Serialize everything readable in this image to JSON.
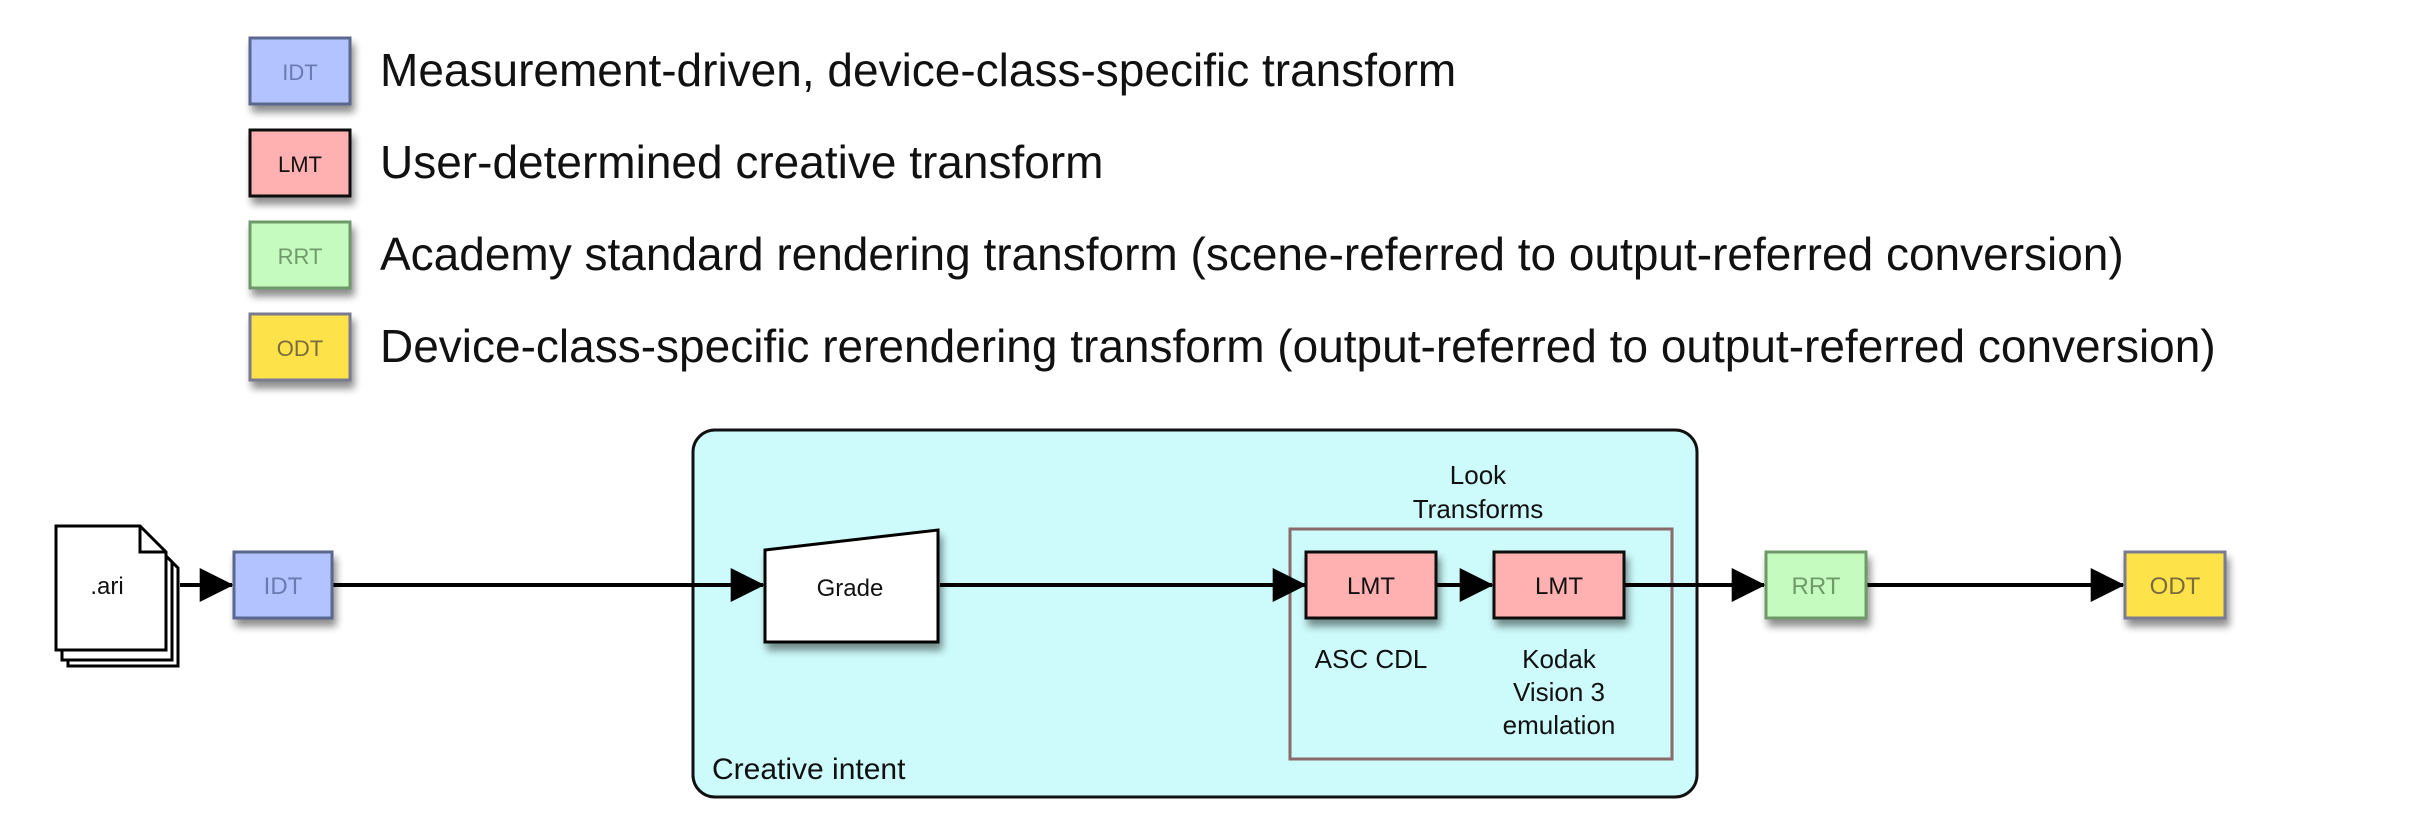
{
  "legend": [
    {
      "tag": "IDT",
      "text": "Measurement-driven, device-class-specific transform",
      "fill": "#b3c3ff",
      "border": "#5a6790",
      "label_color": "#6b7ab0"
    },
    {
      "tag": "LMT",
      "text": "User-determined creative transform",
      "fill": "#ffb0b0",
      "border": "#111111",
      "label_color": "#111111"
    },
    {
      "tag": "RRT",
      "text": "Academy standard rendering transform (scene-referred to output-referred conversion)",
      "fill": "#c6fbc0",
      "border": "#6e9a6a",
      "label_color": "#6f9a6a"
    },
    {
      "tag": "ODT",
      "text": "Device-class-specific rerendering transform (output-referred to output-referred conversion)",
      "fill": "#fde34a",
      "border": "#7a7a90",
      "label_color": "#7a6a40"
    }
  ],
  "flow": {
    "file_label": ".ari",
    "idt_label": "IDT",
    "grade_label": "Grade",
    "lmt1_label": "LMT",
    "lmt2_label": "LMT",
    "rrt_label": "RRT",
    "odt_label": "ODT",
    "creative_intent_label": "Creative intent",
    "look_transforms_line1": "Look",
    "look_transforms_line2": "Transforms",
    "lmt1_caption": "ASC CDL",
    "lmt2_caption_line1": "Kodak",
    "lmt2_caption_line2": "Vision 3",
    "lmt2_caption_line3": "emulation"
  },
  "colors": {
    "creative_bg": "#cdfafb",
    "look_border": "#8a6a6a",
    "idt_fill": "#b3c3ff",
    "lmt_fill": "#ffb0b0",
    "rrt_fill": "#c6fbc0",
    "odt_fill": "#fde34a"
  }
}
